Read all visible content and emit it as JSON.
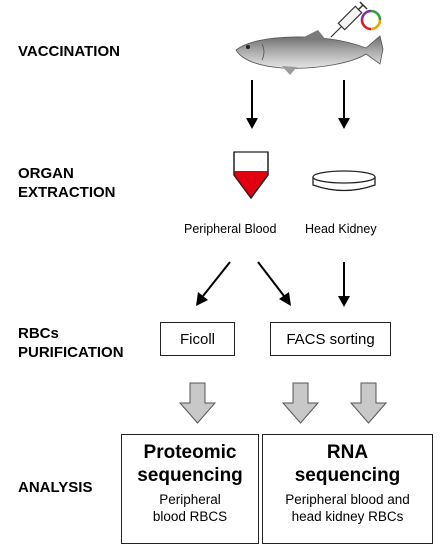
{
  "steps": {
    "vaccination": "VACCINATION",
    "organ_line1": "ORGAN",
    "organ_line2": "EXTRACTION",
    "rbc_line1": "RBCs",
    "rbc_line2": "PURIFICATION",
    "analysis": "ANALYSIS"
  },
  "organs": {
    "blood": "Peripheral Blood",
    "kidney": "Head Kidney"
  },
  "purification": {
    "ficoll": "Ficoll",
    "facs": "FACS sorting"
  },
  "analysis": {
    "proteomic_title_1": "Proteomic",
    "proteomic_title_2": "sequencing",
    "proteomic_sub_1": "Peripheral",
    "proteomic_sub_2": "blood RBCS",
    "rna_title_1": "RNA",
    "rna_title_2": "sequencing",
    "rna_sub_1": "Peripheral blood and",
    "rna_sub_2": "head kidney RBCs"
  },
  "colors": {
    "blood": "#e0000f",
    "block_arrow": "#c8c8c8"
  },
  "icons": [
    "fish-icon",
    "syringe-icon",
    "plasmid-icon",
    "blood-tube-icon",
    "kidney-dish-icon"
  ]
}
